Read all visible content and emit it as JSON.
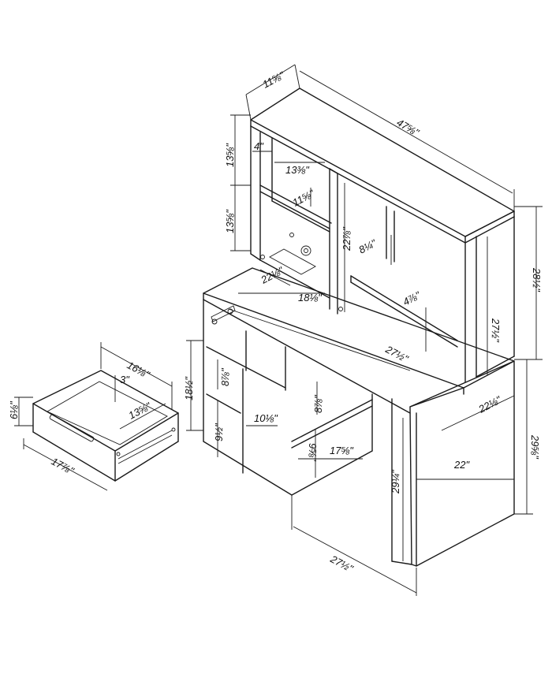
{
  "diagram": {
    "hutch": {
      "depth": "11⅝\"",
      "width": "47⅝\"",
      "upper_cubby_height": "13⅝\"",
      "lower_cubby_height": "13⅝\"",
      "cubby_inner_height": "4\"",
      "cubby_width": "13⅜\"",
      "cubby_depth": "11⅝\"",
      "opening_height": "22⅞\"",
      "shelf_clearance": "8¼\"",
      "inner_depth": "4⅞\"",
      "right_height": "27½\"",
      "total_height": "28½\"",
      "base_depth": "22⅛\"",
      "base_width": "18⅛\""
    },
    "desk": {
      "top_width": "27½\"",
      "left_cabinet_height": "18½\"",
      "small_compartment_height": "8⅞\"",
      "small_lower_height": "9½\"",
      "compartment_width": "10⅛\"",
      "right_compartment_height": "8⅞\"",
      "right_lower_height": "9⅝\"",
      "shelf_width": "17⅝\"",
      "side_depth": "22⅛\"",
      "inner_depth": "22\"",
      "total_height": "29⅝\"",
      "leg_height": "29¼\"",
      "bottom_width": "27½\""
    },
    "drawer": {
      "width": "16⅛\"",
      "inset": "3\"",
      "inner_width": "13⅝\"",
      "height": "6⅛\"",
      "front_width": "17⅞\""
    }
  }
}
